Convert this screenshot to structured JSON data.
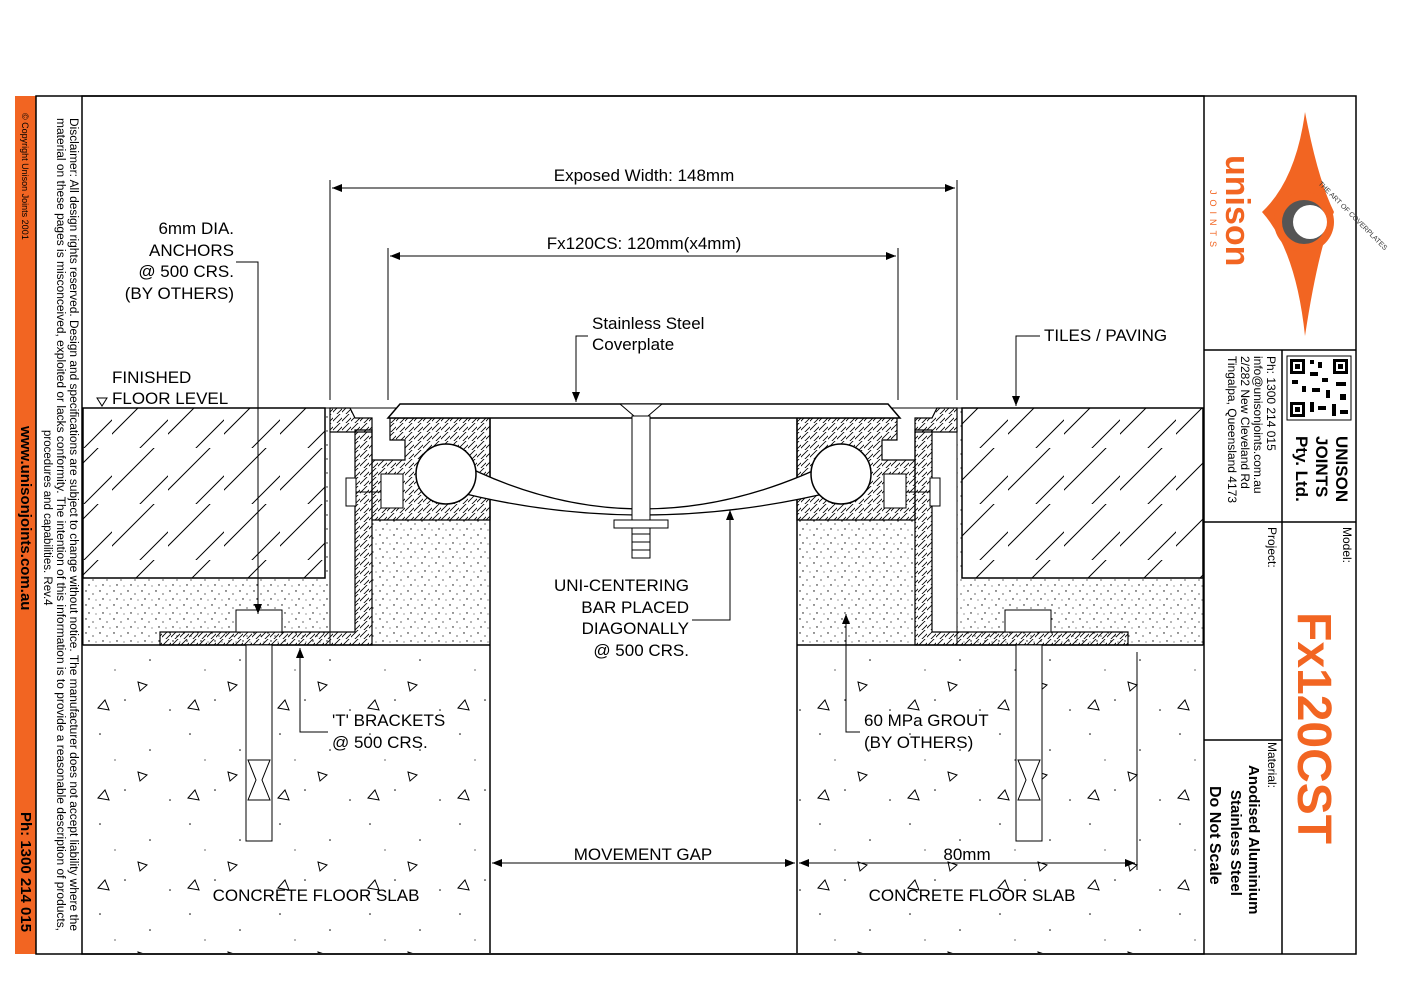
{
  "drawing": {
    "labels": {
      "exposed_width": "Exposed Width: 148mm",
      "joint_width": "Fx120CS: 120mm(x4mm)",
      "coverplate_1": "Stainless Steel",
      "coverplate_2": "Coverplate",
      "tiles": "TILES / PAVING",
      "ffl_1": "FINISHED",
      "ffl_2": "FLOOR LEVEL",
      "anchors_1": "6mm DIA.",
      "anchors_2": "ANCHORS",
      "anchors_3": "@ 500 CRS.",
      "anchors_4": "(BY OTHERS)",
      "bar_1": "UNI-CENTERING",
      "bar_2": "BAR PLACED",
      "bar_3": "DIAGONALLY",
      "bar_4": "@ 500 CRS.",
      "brackets_1": "'T' BRACKETS",
      "brackets_2": "@ 500 CRS.",
      "grout_1": "60 MPa GROUT",
      "grout_2": "(BY OTHERS)",
      "movement_gap": "MOVEMENT GAP",
      "dim_80": "80mm",
      "slab_left": "CONCRETE FLOOR SLAB",
      "slab_right": "CONCRETE FLOOR SLAB"
    }
  },
  "left_strip": {
    "copyright": "© Copyright Unison Joints 2001",
    "website": "www.unisonjoints.com.au",
    "phone": "Ph: 1300 214 015"
  },
  "disclaimer": {
    "line1": "Disclaimer: All design rights reserved. Design and specifications are subject to change without notice. The manufacturer does not accept liability where the",
    "line2": "material on these pages is misconceived, exploited or lacks conformity. The intention of this information is to provide a reasonable description of products,",
    "line3": "procedures and capabilities. Rev.4"
  },
  "title_block": {
    "logo_word": "unison",
    "logo_sub": "JOINTS",
    "logo_slogan": "THE ART OF COVERPLATES",
    "company_1": "UNISON",
    "company_2": "JOINTS",
    "company_3": "Pty. Ltd.",
    "phone": "Ph: 1300 214 015",
    "email": "info@unisonjoints.com.au",
    "address_1": "2/282 New Cleveland Rd",
    "address_2": "Tingalpa, Queensland 4173",
    "model_label": "Model:",
    "model_value": "Fx120CST",
    "project_label": "Project:",
    "material_label": "Material:",
    "material_1": "Anodised Aluminium",
    "material_2": "Stainless Steel",
    "note": "Do Not Scale"
  },
  "colors": {
    "brand_orange": "#f26522",
    "line": "#000000"
  }
}
